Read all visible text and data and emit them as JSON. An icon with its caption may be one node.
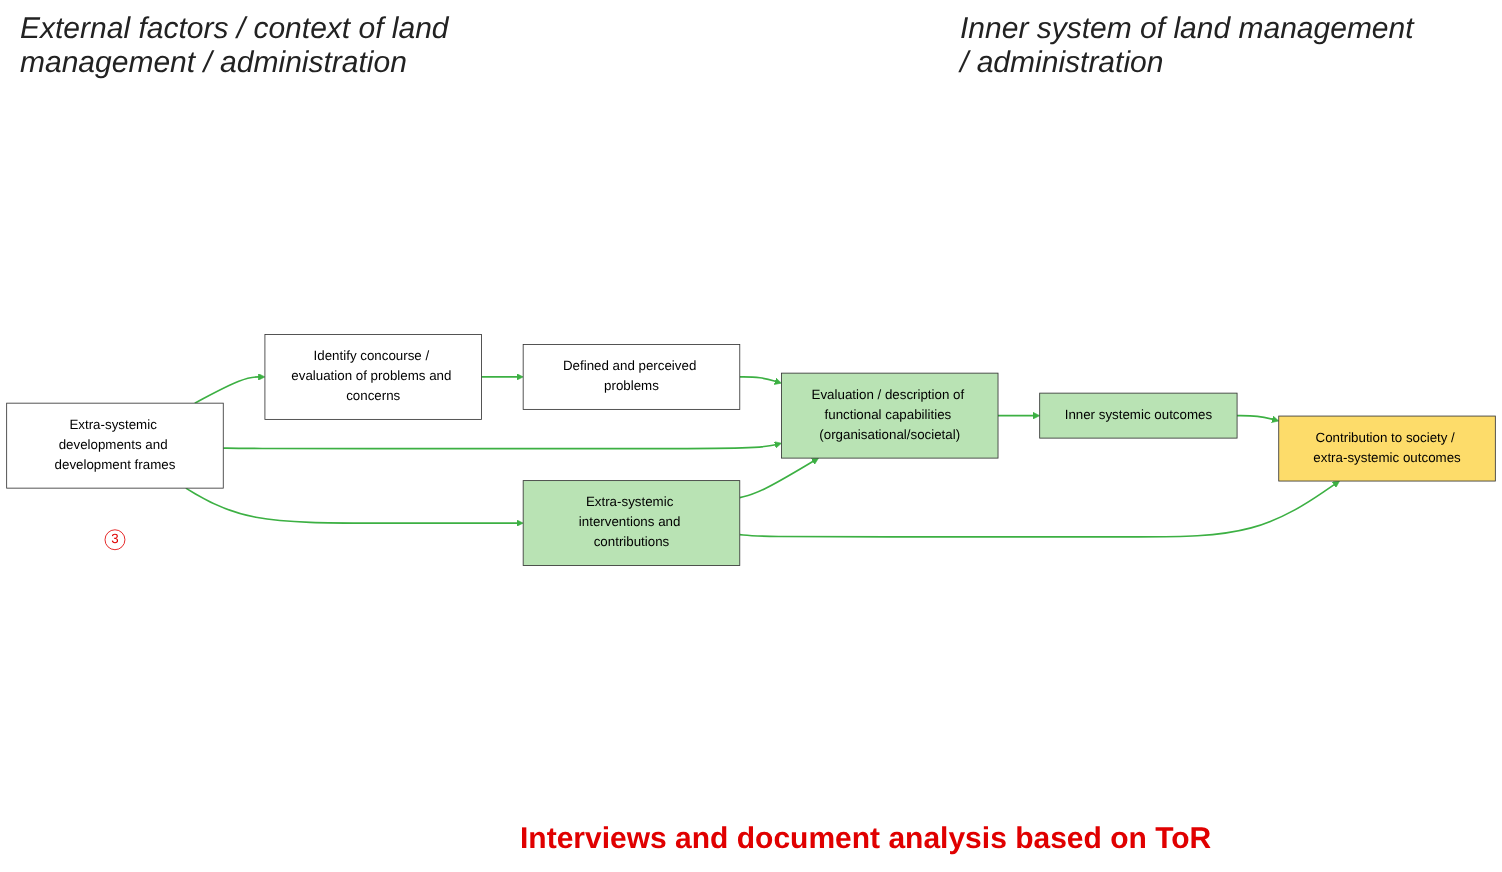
{
  "diagram": {
    "nodes": [
      {
        "text": [
          "Extra-systemic developments and development frames"
        ]
      },
      {
        "text": [
          "Identify concourse / evaluation of problems and concerns"
        ]
      },
      {
        "text": [
          "Defined and perceived problems"
        ]
      },
      {
        "text": [
          "Evaluation / description of functional capabilities (organisational/societal)"
        ]
      },
      {
        "text": [
          "Inner systemic outcomes"
        ]
      },
      {
        "text": [
          "Extra-systemic interventions and contributions"
        ]
      },
      {
        "text": [
          "Contribution to society / extra-systemic outcomes"
        ]
      },
      {
        "text": [
          "3"
        ]
      }
    ],
    "edges": [
      {
        "from": 0,
        "to": 1,
        "arrow": "to"
      },
      {
        "from": 1,
        "to": 2,
        "arrow": "to"
      },
      {
        "from": 2,
        "to": 3,
        "arrow": "to"
      },
      {
        "from": 0,
        "to": 3,
        "arrow": "to"
      },
      {
        "from": 0,
        "to": 5,
        "arrow": "to"
      },
      {
        "from": 3,
        "to": 4,
        "arrow": "to"
      },
      {
        "from": 4,
        "to": 6,
        "arrow": "to"
      },
      {
        "from": 5,
        "to": 3,
        "arrow": "to"
      },
      {
        "from": 5,
        "to": 6,
        "arrow": "to"
      }
    ],
    "labels": [
      "External factors / context of land management / administration",
      "Inner  system of land management / administration",
      "Interviews and document analysis based on ToR"
    ]
  }
}
